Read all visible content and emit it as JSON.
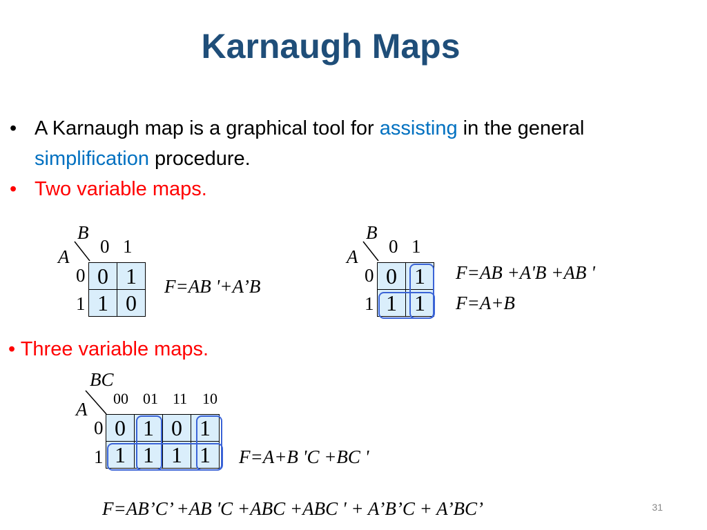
{
  "title": "Karnaugh Maps",
  "bullets": {
    "b1": {
      "t1": "A Karnaugh map is a graphical tool for ",
      "t2": "assisting",
      "t3": " in the general ",
      "t4": "simplification",
      "t5": " procedure."
    },
    "b2": "Two variable maps.",
    "b3": "Three variable maps."
  },
  "bullet_symbol": "•",
  "map1": {
    "col_var": "B",
    "row_var": "A",
    "col_heads": [
      "0",
      "1"
    ],
    "row_heads": [
      "0",
      "1"
    ],
    "cells": [
      [
        "0",
        "1"
      ],
      [
        "1",
        "0"
      ]
    ],
    "equation": "F=AB '+A’B"
  },
  "map2": {
    "col_var": "B",
    "row_var": "A",
    "col_heads": [
      "0",
      "1"
    ],
    "row_heads": [
      "0",
      "1"
    ],
    "cells": [
      [
        "0",
        "1"
      ],
      [
        "1",
        "1"
      ]
    ],
    "equation1": "F=AB +A'B +AB '",
    "equation2": "F=A+B"
  },
  "map3": {
    "col_var": "BC",
    "row_var": "A",
    "col_heads": [
      "00",
      "01",
      "11",
      "10"
    ],
    "row_heads": [
      "0",
      "1"
    ],
    "cells": [
      [
        "0",
        "1",
        "0",
        "1"
      ],
      [
        "1",
        "1",
        "1",
        "1"
      ]
    ],
    "equation": "F=A+B 'C +BC '"
  },
  "bottom_equation": "F=AB’C’ +AB 'C +ABC +ABC ' + A’B’C + A’BC’",
  "page_number": "31",
  "colors": {
    "title": "#1f4e79",
    "highlight": "#0070c0",
    "red": "#ff0000",
    "cell_bg": "#daeefb",
    "loop": "#3a63d6"
  }
}
